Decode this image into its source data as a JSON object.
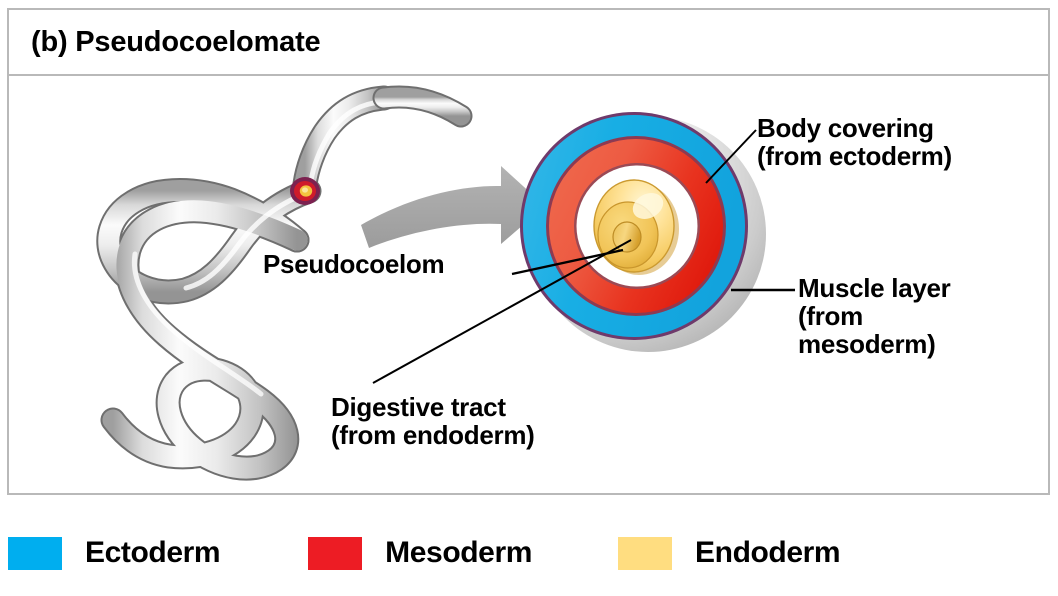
{
  "panel": {
    "title": "(b) Pseudocoelomate"
  },
  "labels": {
    "body_covering": "Body covering\n(from ectoderm)",
    "muscle_layer": "Muscle layer\n(from\nmesoderm)",
    "pseudocoelom": "Pseudocoelom",
    "digestive_tract": "Digestive tract\n(from endoderm)"
  },
  "legend": {
    "items": [
      {
        "label": "Ectoderm",
        "color": "#00aeef"
      },
      {
        "label": "Mesoderm",
        "color": "#ed1c24"
      },
      {
        "label": "Endoderm",
        "color": "#ffdd80"
      }
    ]
  },
  "diagram": {
    "organism": "nematode-roundworm",
    "transform_arrow": "curved-arrow-right",
    "cross_section": {
      "layers": [
        {
          "name": "body-covering-outer-shell",
          "color": "#d6d6d6"
        },
        {
          "name": "ectoderm-ring",
          "color": "#2bb8e8"
        },
        {
          "name": "mesoderm-ring",
          "color": "#e8503a"
        },
        {
          "name": "pseudocoelom-cavity",
          "color": "#ffffff"
        },
        {
          "name": "endoderm-digestive-tract",
          "color": "#f5c95c"
        }
      ]
    }
  },
  "colors": {
    "frame_border": "#b9b9b9",
    "ectoderm": "#00aeef",
    "mesoderm": "#ed1c24",
    "endoderm": "#ffdd80",
    "worm_body": "#e8e8e8",
    "arrow": "#a6a6a6",
    "leader_line": "#000000"
  }
}
